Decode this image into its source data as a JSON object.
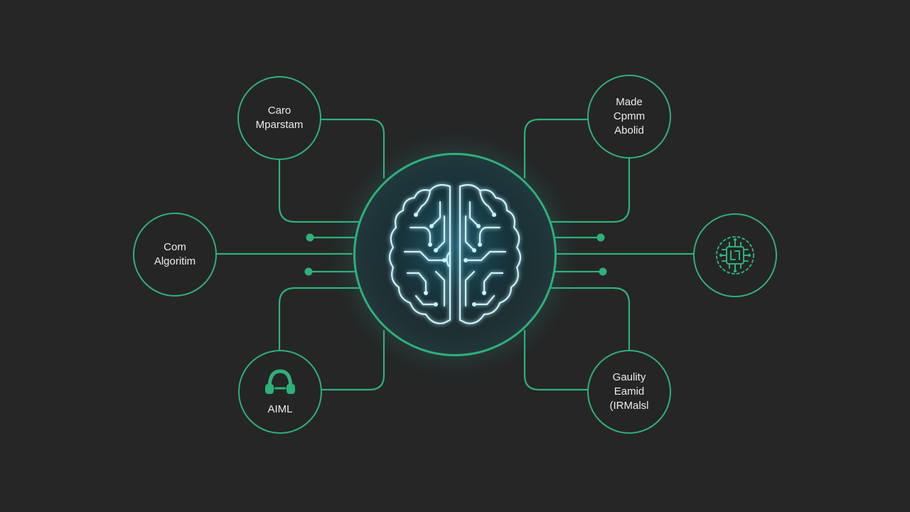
{
  "diagram": {
    "hub": {
      "icon": "brain-circuit-icon"
    },
    "nodes": {
      "top_left": {
        "lines": [
          "Caro",
          "Mparstam"
        ]
      },
      "top_right": {
        "lines": [
          "Made",
          "Cpmm",
          "Abolid"
        ]
      },
      "mid_left": {
        "lines": [
          "Com",
          "Algoritim"
        ]
      },
      "mid_right": {
        "icon": "processor-chip-icon"
      },
      "bottom_left": {
        "icon": "headphones-icon",
        "lines": [
          "AIML"
        ]
      },
      "bottom_right": {
        "lines": [
          "Gaulity",
          "Eamid",
          "(IRMalsl"
        ]
      }
    },
    "colors": {
      "background": "#262626",
      "accent": "#2fb07a",
      "glow": "#7fe3f0",
      "text": "#ececec"
    }
  }
}
